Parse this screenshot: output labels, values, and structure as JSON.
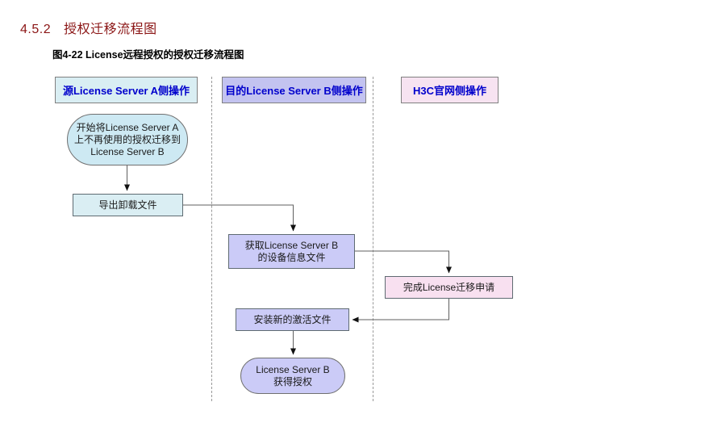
{
  "heading": {
    "number": "4.5.2",
    "title": "授权迁移流程图",
    "color": "#8b1515"
  },
  "figure": {
    "caption": "图4-22 License远程授权的授权迁移流程图"
  },
  "flowchart": {
    "lanes": [
      {
        "id": "source-server-a",
        "label": "源License Server A侧操作",
        "bg": "#d9eef3",
        "text_color": "#0000cc"
      },
      {
        "id": "dest-server-b",
        "label": "目的License Server B侧操作",
        "bg": "#c3c3f0",
        "text_color": "#0000cc"
      },
      {
        "id": "h3c-website",
        "label": "H3C官网侧操作",
        "bg": "#f7e3f1",
        "text_color": "#0000cc"
      }
    ],
    "nodes": {
      "start": {
        "type": "terminator",
        "label": "开始将License Server A\n上不再使用的授权迁移到\nLicense Server B",
        "bg": "#cde9f3"
      },
      "export": {
        "type": "process",
        "label": "导出卸载文件",
        "bg": "#daeef3"
      },
      "obtain": {
        "type": "process",
        "label": "获取License Server B\n的设备信息文件",
        "bg": "#cbcbf7"
      },
      "apply": {
        "type": "process",
        "label": "完成License迁移申请",
        "bg": "#f8e0f0"
      },
      "install": {
        "type": "process",
        "label": "安装新的激活文件",
        "bg": "#cbcbf7"
      },
      "end": {
        "type": "terminator",
        "label": "License Server B\n获得授权",
        "bg": "#cbcbf7"
      }
    },
    "connector_color": "#5f5f5f",
    "arrowhead_color": "#111111",
    "divider_color": "#999999"
  }
}
